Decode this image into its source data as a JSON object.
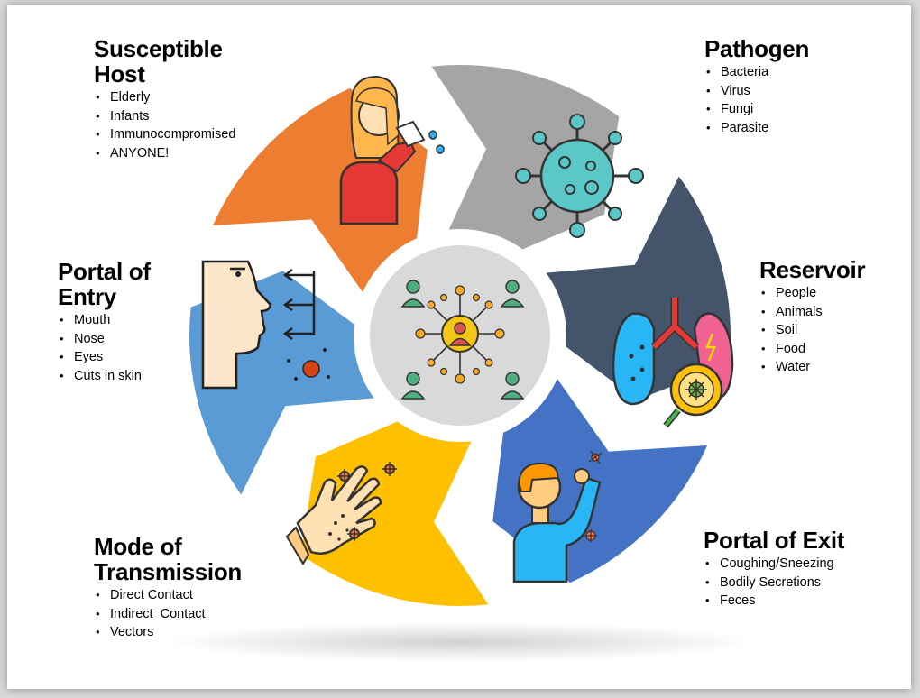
{
  "colors": {
    "susceptible_host": "#ed7d31",
    "pathogen": "#a5a5a5",
    "reservoir": "#44546a",
    "portal_of_exit": "#4472c4",
    "mode_of_transmission": "#ffc000",
    "portal_of_entry": "#5b9bd5",
    "center": "#d9d9d9"
  },
  "icons": {
    "susceptible_host": "sick-person-sneezing-icon",
    "pathogen": "virus-icon",
    "reservoir": "lungs-magnifier-virus-icon",
    "portal_of_exit": "person-coughing-icon",
    "mode_of_transmission": "contaminated-hand-icon",
    "portal_of_entry": "face-profile-entry-icon",
    "center": "people-network-icon"
  },
  "stages": {
    "susceptible_host": {
      "title_line1": "Susceptible",
      "title_line2": "Host",
      "items": [
        "Elderly",
        "Infants",
        "Immunocompromised",
        "ANYONE!"
      ]
    },
    "pathogen": {
      "title": "Pathogen",
      "items": [
        "Bacteria",
        "Virus",
        "Fungi",
        "Parasite"
      ]
    },
    "reservoir": {
      "title": "Reservoir",
      "items": [
        "People",
        "Animals",
        "Soil",
        "Food",
        "Water"
      ]
    },
    "portal_of_exit": {
      "title": "Portal of Exit",
      "items": [
        "Coughing/Sneezing",
        "Bodily Secretions",
        "Feces"
      ]
    },
    "mode_of_transmission": {
      "title_line1": "Mode of",
      "title_line2": "Transmission",
      "items": [
        "Direct Contact",
        "Indirect  Contact",
        "Vectors"
      ]
    },
    "portal_of_entry": {
      "title_line1": "Portal of",
      "title_line2": "Entry",
      "items": [
        "Mouth",
        "Nose",
        "Eyes",
        "Cuts in skin"
      ]
    }
  }
}
